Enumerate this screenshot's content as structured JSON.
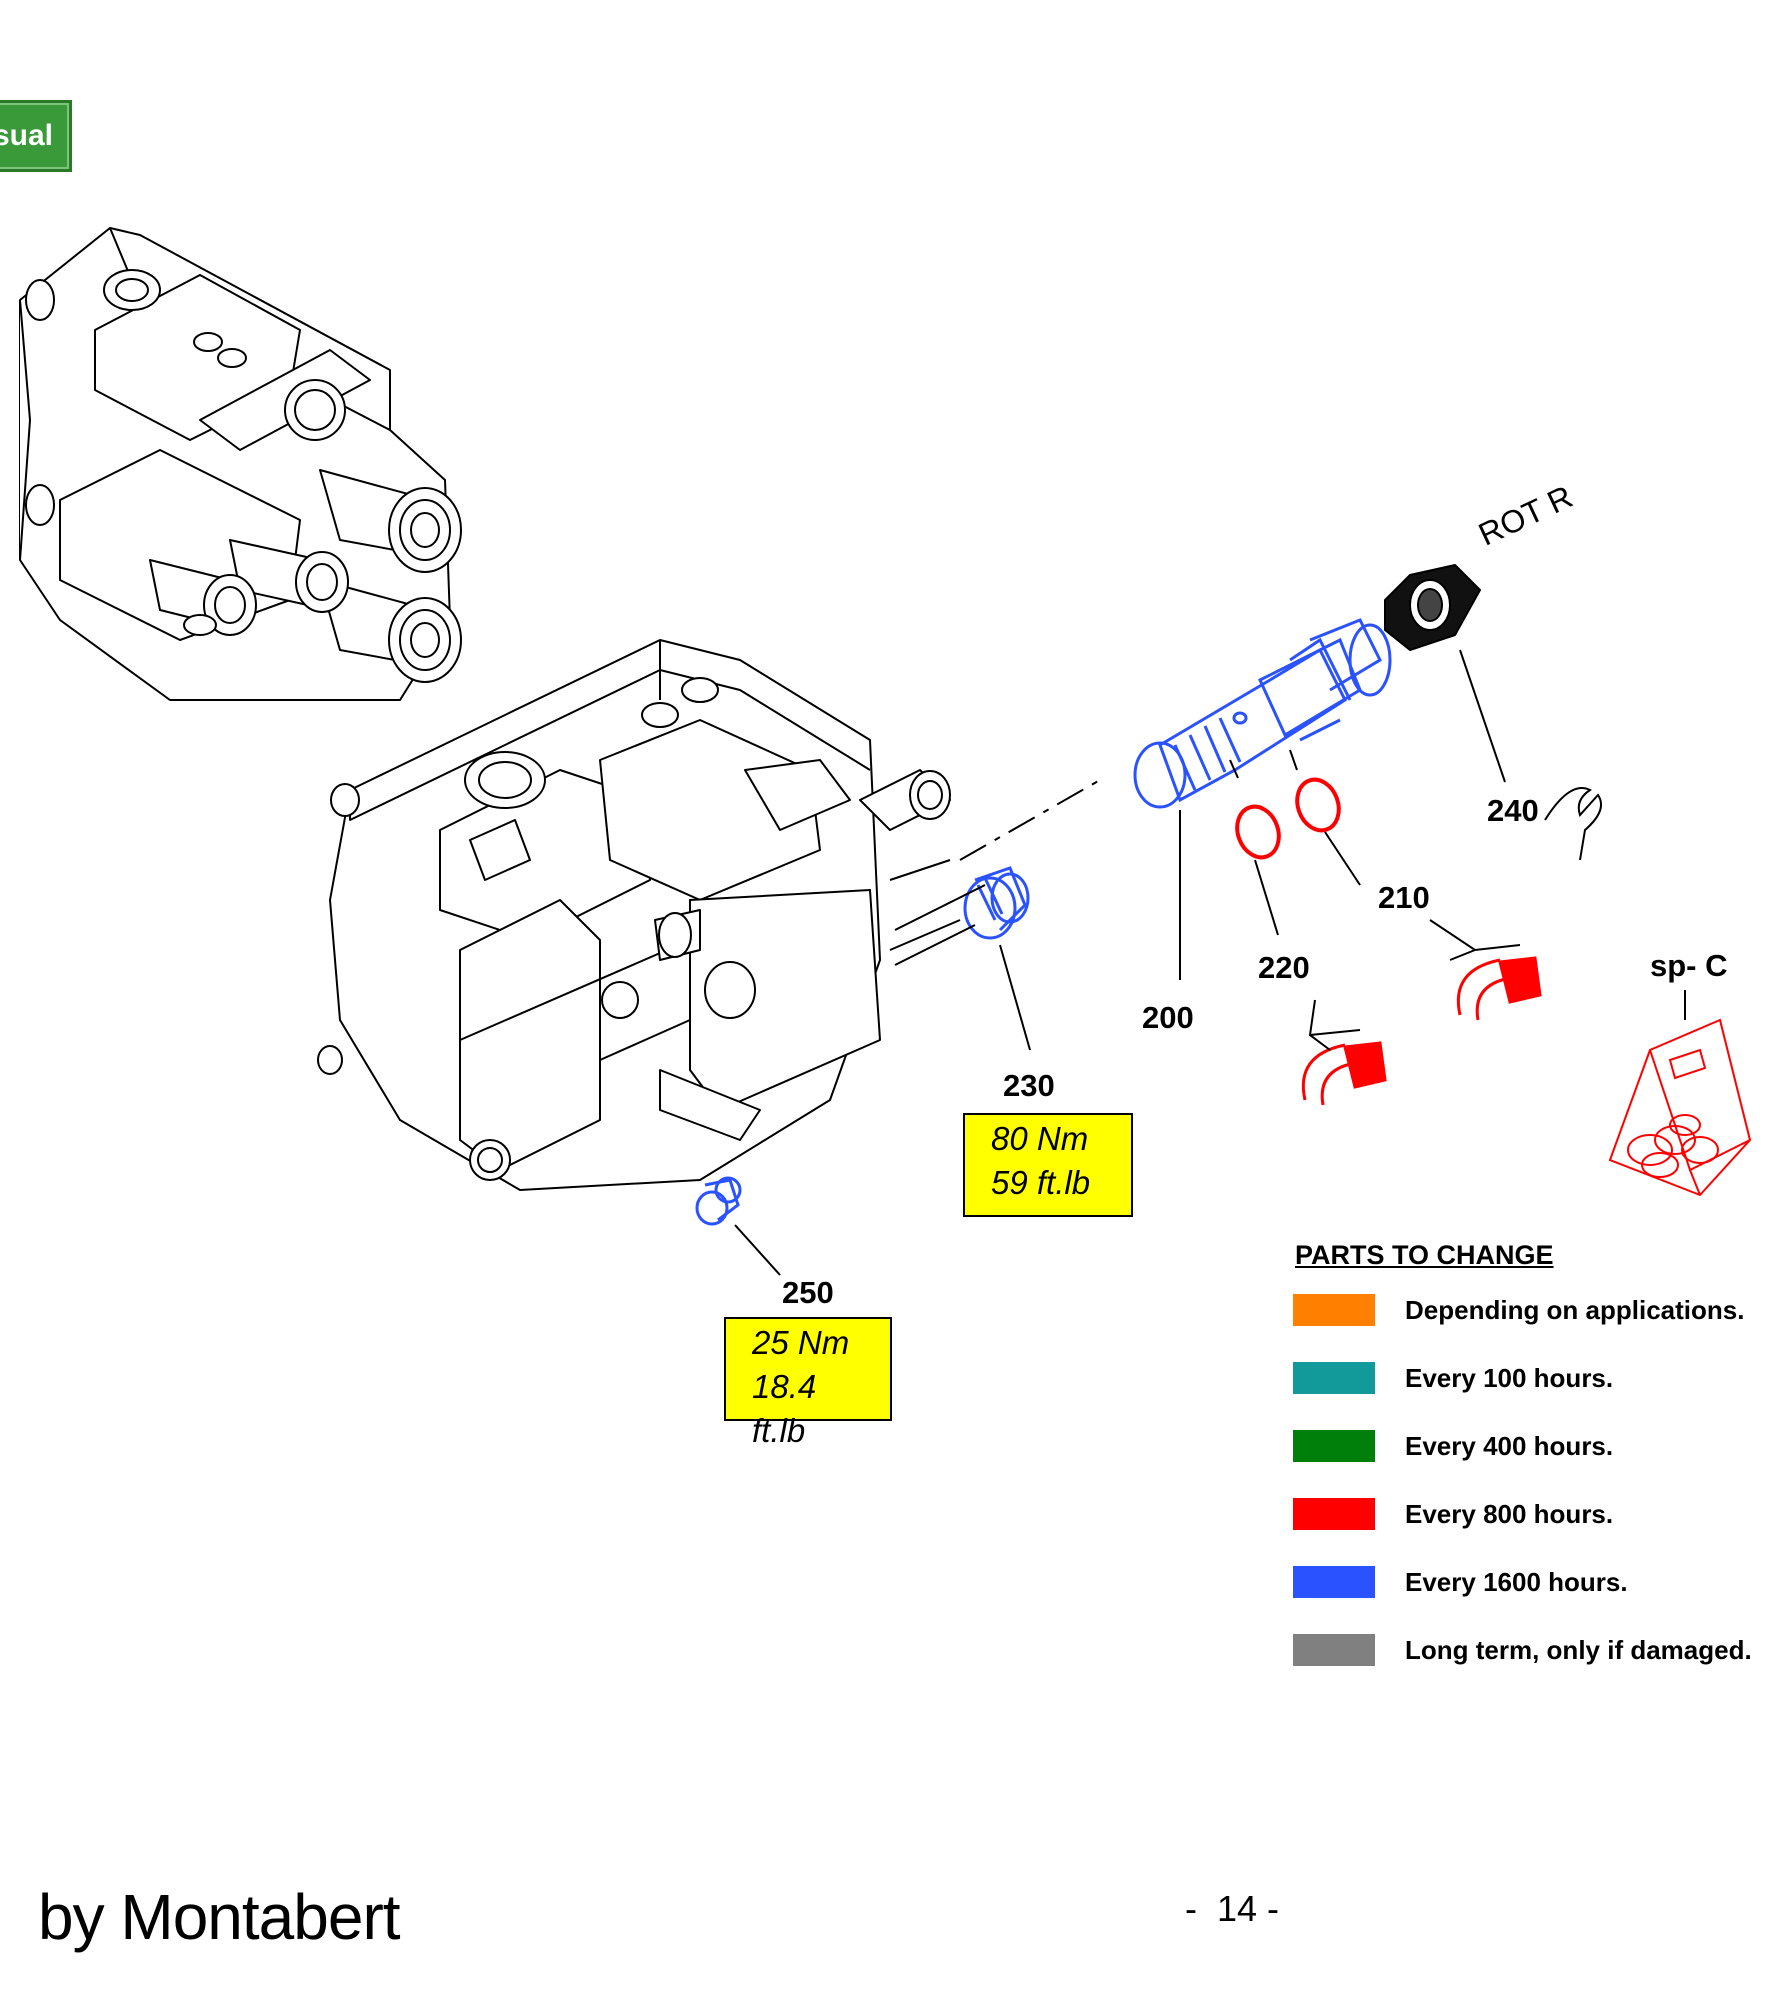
{
  "header": {
    "visual_button_label": "sual"
  },
  "labels": {
    "rot": "ROT R",
    "ref_240": "240",
    "ref_210": "210",
    "ref_220": "220",
    "ref_200": "200",
    "ref_230": "230",
    "ref_250": "250",
    "sp": "sp- C"
  },
  "torques": {
    "t230": {
      "nm": "80 Nm",
      "ftlb": "59 ft.lb"
    },
    "t250": {
      "nm": "25 Nm",
      "ftlb": "18.4 ft.lb"
    }
  },
  "legend": {
    "title": "PARTS TO CHANGE",
    "items": [
      {
        "label": "Depending on applications.",
        "color": "#ff8000"
      },
      {
        "label": "Every 100 hours.",
        "color": "#129a9a"
      },
      {
        "label": "Every 400 hours.",
        "color": "#00800a"
      },
      {
        "label": "Every 800 hours.",
        "color": "#ff0000"
      },
      {
        "label": "Every 1600 hours.",
        "color": "#2a52ff"
      },
      {
        "label": "Long term, only if damaged.",
        "color": "#808080"
      }
    ]
  },
  "footer": {
    "brand": "by Montabert",
    "page": "-  14 -"
  },
  "colors": {
    "blue_part": "#2a52ff",
    "red_part": "#ff0000",
    "line": "#000000"
  }
}
